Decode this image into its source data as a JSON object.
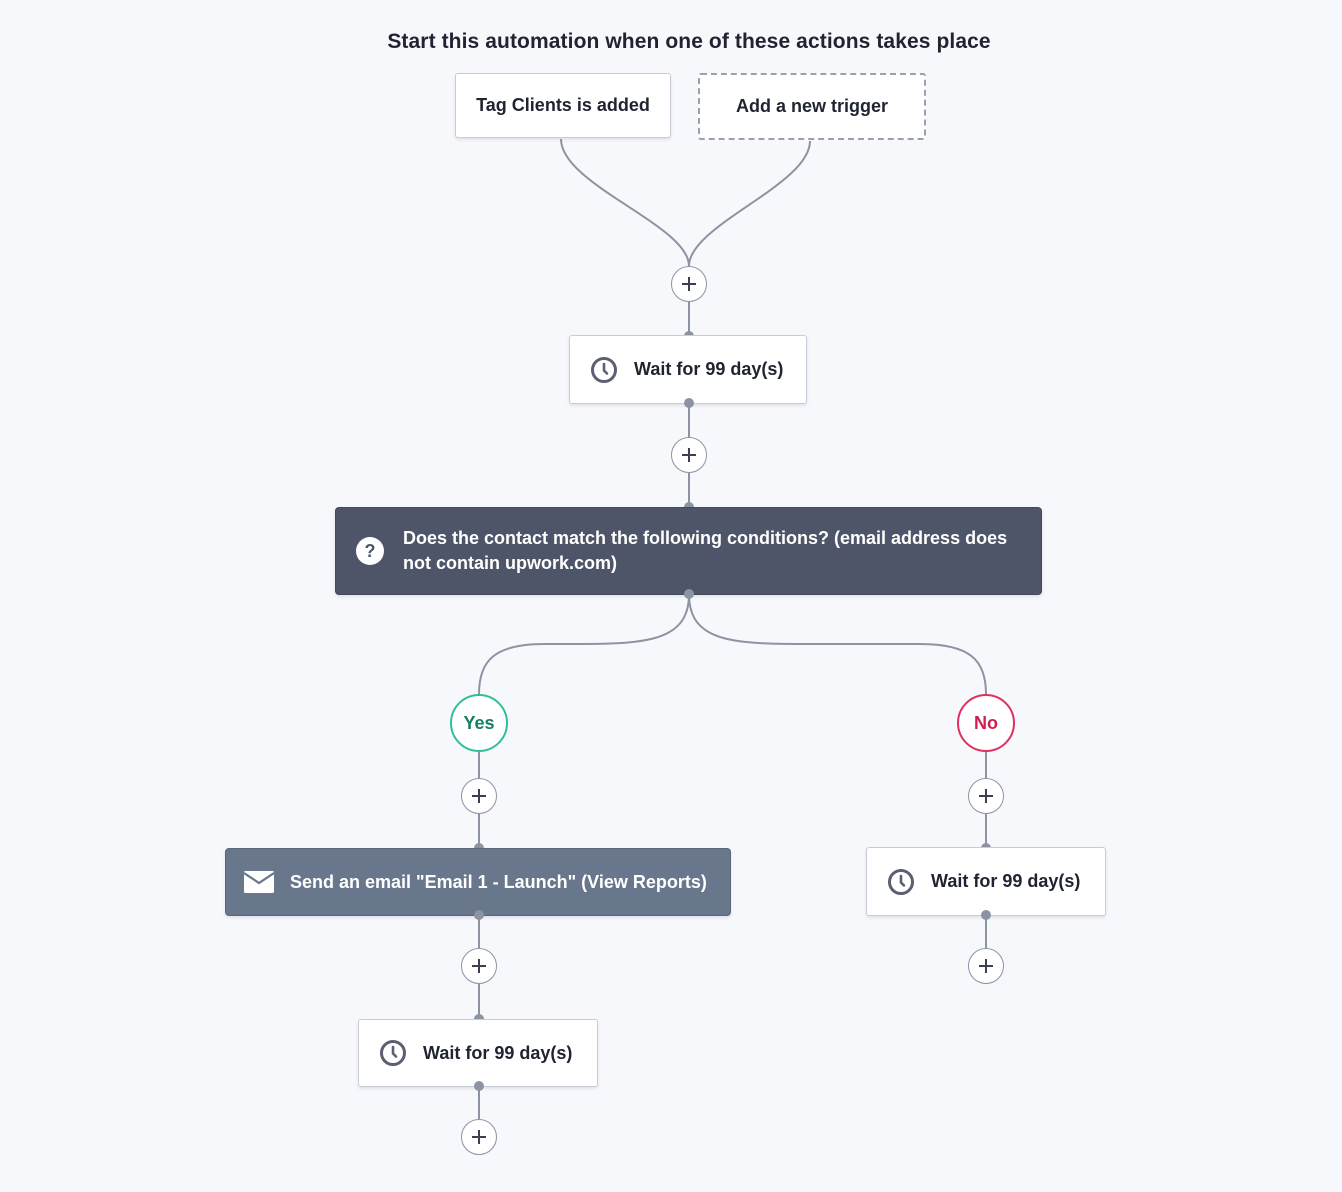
{
  "header": {
    "title": "Start this automation when one of these actions takes place"
  },
  "triggers": [
    {
      "label": "Tag Clients is added"
    },
    {
      "label": "Add a new trigger"
    }
  ],
  "steps": {
    "wait_1": {
      "label": "Wait for 99 day(s)",
      "icon": "clock-icon"
    },
    "condition": {
      "label": "Does the contact match the following conditions? (email address does not contain upwork.com)",
      "icon": "question-icon"
    },
    "branches": {
      "yes": "Yes",
      "no": "No"
    },
    "email": {
      "label": "Send an email \"Email 1 - Launch\" (View Reports)",
      "icon": "envelope-icon"
    },
    "wait_yes": {
      "label": "Wait for 99 day(s)",
      "icon": "clock-icon"
    },
    "wait_no": {
      "label": "Wait for 99 day(s)",
      "icon": "clock-icon"
    }
  },
  "colors": {
    "background": "#f7f8fc",
    "connector": "#8c93a3",
    "condition_bg": "#4e5568",
    "email_bg": "#68778b",
    "yes": "#2fbf9a",
    "no": "#e0305f"
  }
}
